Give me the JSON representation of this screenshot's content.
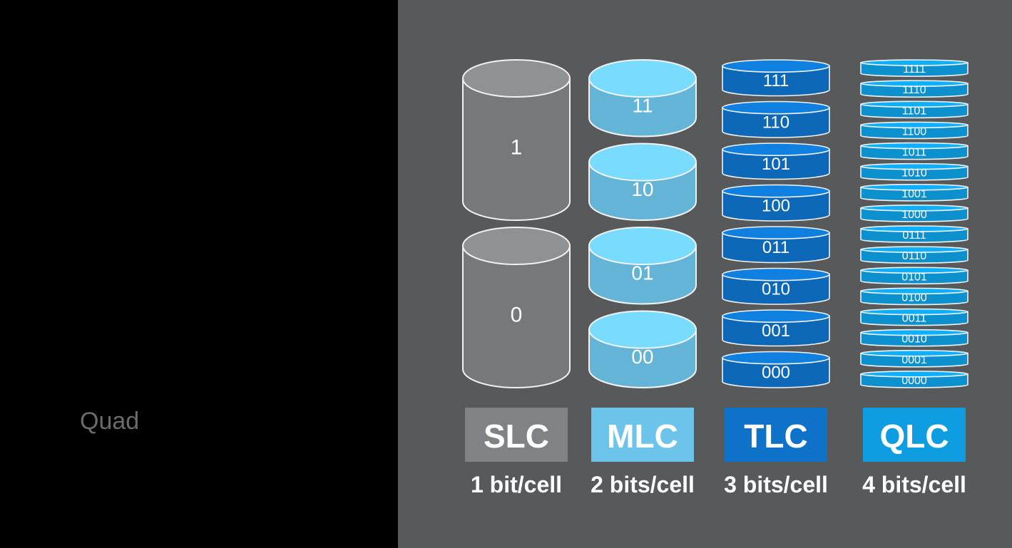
{
  "caption": "Quad",
  "columns": [
    {
      "id": "slc",
      "name": "SLC",
      "bits": "1 bit/cell",
      "color": "#808285",
      "levels": [
        "1",
        "0"
      ]
    },
    {
      "id": "mlc",
      "name": "MLC",
      "bits": "2 bits/cell",
      "color": "#6cc4ea",
      "levels": [
        "11",
        "10",
        "01",
        "00"
      ]
    },
    {
      "id": "tlc",
      "name": "TLC",
      "bits": "3 bits/cell",
      "color": "#0e72c8",
      "levels": [
        "111",
        "110",
        "101",
        "100",
        "011",
        "010",
        "001",
        "000"
      ]
    },
    {
      "id": "qlc",
      "name": "QLC",
      "bits": "4 bits/cell",
      "color": "#0d9de0",
      "levels": [
        "1111",
        "1110",
        "1101",
        "1100",
        "1011",
        "1010",
        "1001",
        "1000",
        "0111",
        "0110",
        "0101",
        "0100",
        "0011",
        "0010",
        "0001",
        "0000"
      ]
    }
  ]
}
